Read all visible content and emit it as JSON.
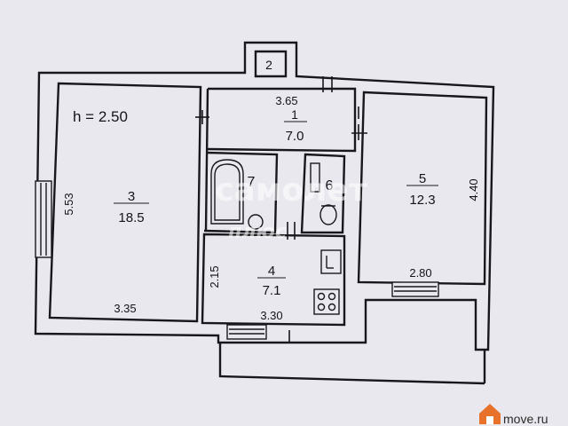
{
  "plan": {
    "ceiling_height": "h = 2.50",
    "rooms": [
      {
        "number": "1",
        "area": "7.0"
      },
      {
        "number": "2",
        "area": ""
      },
      {
        "number": "3",
        "area": "18.5"
      },
      {
        "number": "4",
        "area": "7.1"
      },
      {
        "number": "5",
        "area": "12.3"
      },
      {
        "number": "6",
        "area": ""
      },
      {
        "number": "7",
        "area": ""
      }
    ],
    "dimensions": {
      "hall_width": "3.65",
      "room3_height": "5.53",
      "room3_width": "3.35",
      "kitchen_height": "2.15",
      "kitchen_width": "3.30",
      "room5_width": "2.80",
      "room5_height": "4.40"
    }
  },
  "watermark": {
    "line1": "самолет",
    "line2": "плюс"
  },
  "brand": {
    "name": "move.ru"
  },
  "colors": {
    "background": "#e9e8ee",
    "wall": "#18181c",
    "brand_orange": "#e8722a"
  }
}
